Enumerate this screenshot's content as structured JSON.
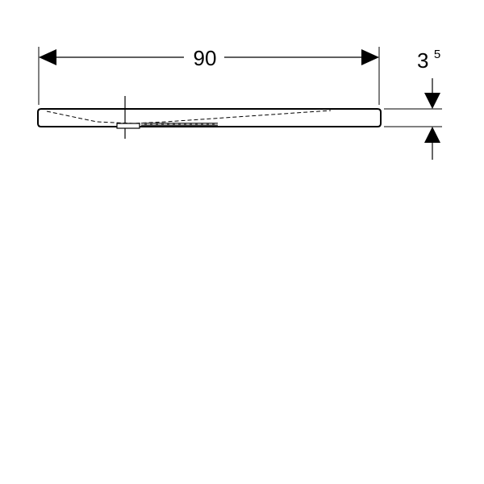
{
  "drawing": {
    "width_dimension": {
      "value": "90"
    },
    "height_dimension": {
      "main": "3",
      "superscript": "5"
    },
    "colors": {
      "line": "#000000",
      "background": "#ffffff"
    }
  }
}
